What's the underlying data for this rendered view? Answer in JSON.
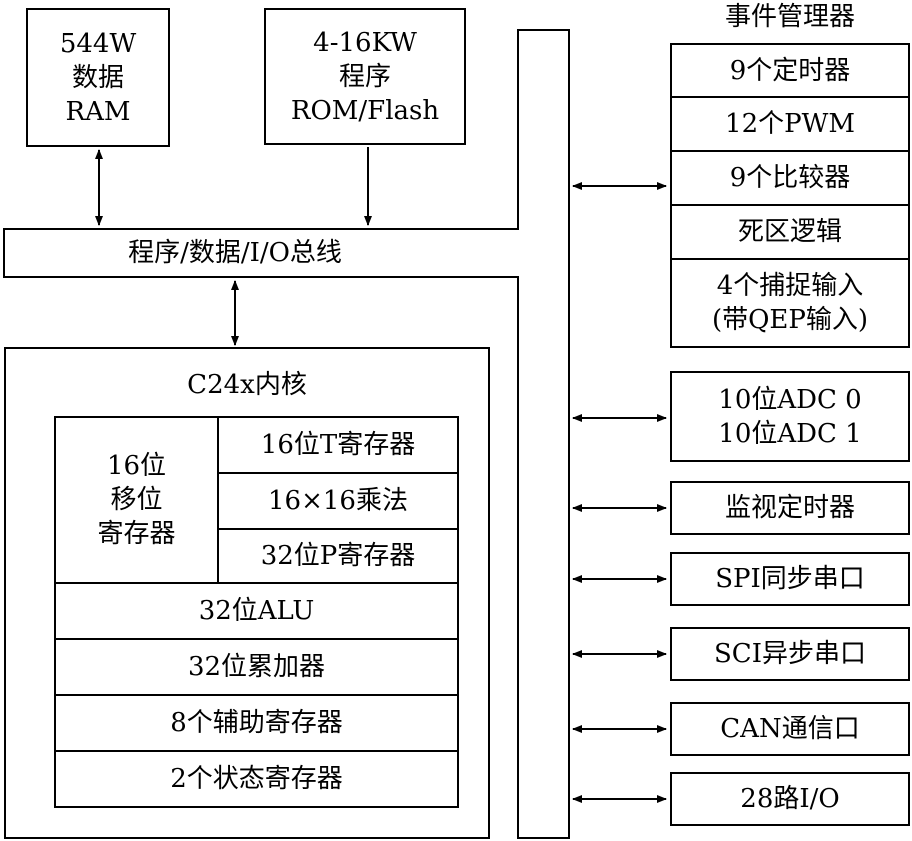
{
  "memory": {
    "data_ram": "544W\n数据\nRAM",
    "program_rom": "4-16KW\n程序\nROM/Flash"
  },
  "bus": {
    "label": "程序/数据/I/O总线"
  },
  "core": {
    "title": "C24x内核",
    "shifter": "16位\n移位\n寄存器",
    "t_register": "16位T寄存器",
    "multiplier": "16×16乘法",
    "p_register": "32位P寄存器",
    "alu": "32位ALU",
    "accumulator": "32位累加器",
    "aux_registers": "8个辅助寄存器",
    "status_registers": "2个状态寄存器"
  },
  "event_manager": {
    "title": "事件管理器",
    "timers": "9个定时器",
    "pwm": "12个PWM",
    "comparators": "9个比较器",
    "dead_band": "死区逻辑",
    "capture": "4个捕捉输入\n(带QEP输入)"
  },
  "peripherals": {
    "adc": "10位ADC 0\n10位ADC 1",
    "watchdog": "监视定时器",
    "spi": "SPI同步串口",
    "sci": "SCI异步串口",
    "can": "CAN通信口",
    "io": "28路I/O"
  }
}
